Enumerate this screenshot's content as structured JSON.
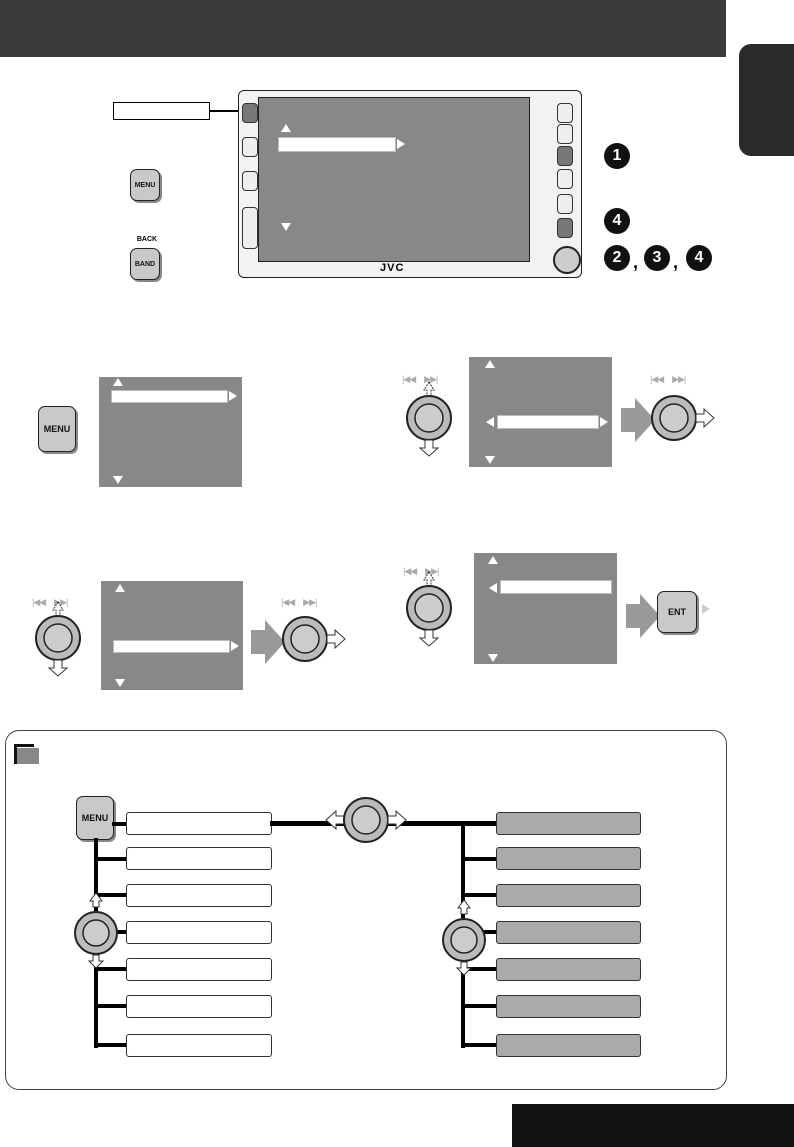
{
  "header": {
    "title": ""
  },
  "language_tab": "",
  "buttons": {
    "menu": "MENU",
    "band": "BAND",
    "back": "BACK",
    "ent": "ENT"
  },
  "unit": {
    "brand": "JVC"
  },
  "step_badges": [
    "1",
    "4",
    "2",
    "3",
    "4"
  ],
  "step_separator": ",",
  "colors": {
    "header": "#3a3a3a",
    "screen": "#888888",
    "tree_gray": "#aaaaaa"
  }
}
